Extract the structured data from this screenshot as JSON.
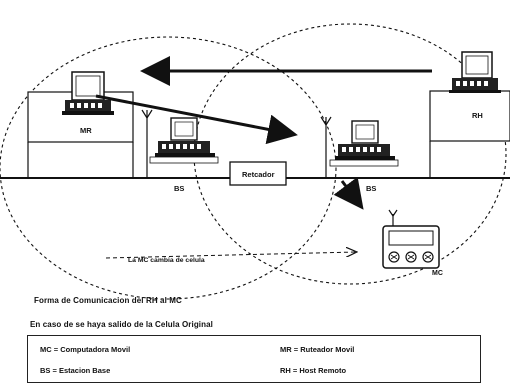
{
  "diagram": {
    "labels": {
      "mr": "MR",
      "rh": "RH",
      "bs_left": "BS",
      "bs_right": "BS",
      "repeater": "Retcador",
      "mc": "MC",
      "mc_move": "La MC cambia de celula"
    },
    "caption_1": "Forma de Comunicacion del RH al MC",
    "caption_2": "En caso de se haya salido de la Celula Original",
    "legend": {
      "mc": "MC = Computadora Movil",
      "mr": "MR = Ruteador Movil",
      "bs": "BS = Estacion Base",
      "rh": "RH = Host Remoto"
    }
  },
  "colors": {
    "ink": "#111111",
    "background": "#ffffff"
  }
}
